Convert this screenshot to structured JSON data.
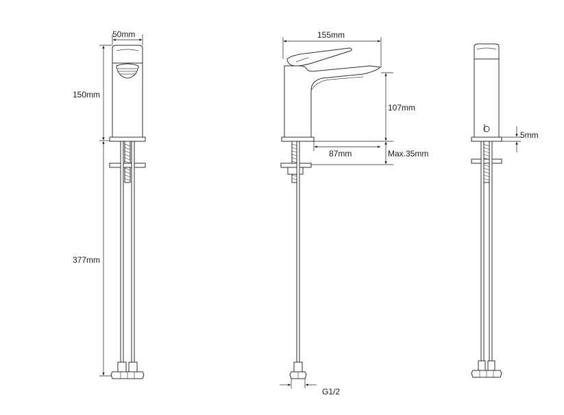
{
  "views": {
    "front": {
      "dim_width": "50mm",
      "dim_body_height": "150mm",
      "dim_hose_length": "377mm"
    },
    "side": {
      "dim_length": "155mm",
      "dim_spout_height": "107mm",
      "dim_reach": "87mm",
      "dim_deck": "Max.35mm",
      "dim_thread": "G1/2"
    },
    "rear": {
      "dim_flange": "5mm"
    }
  },
  "colors": {
    "line": "#2b2b2b",
    "background": "#ffffff"
  }
}
